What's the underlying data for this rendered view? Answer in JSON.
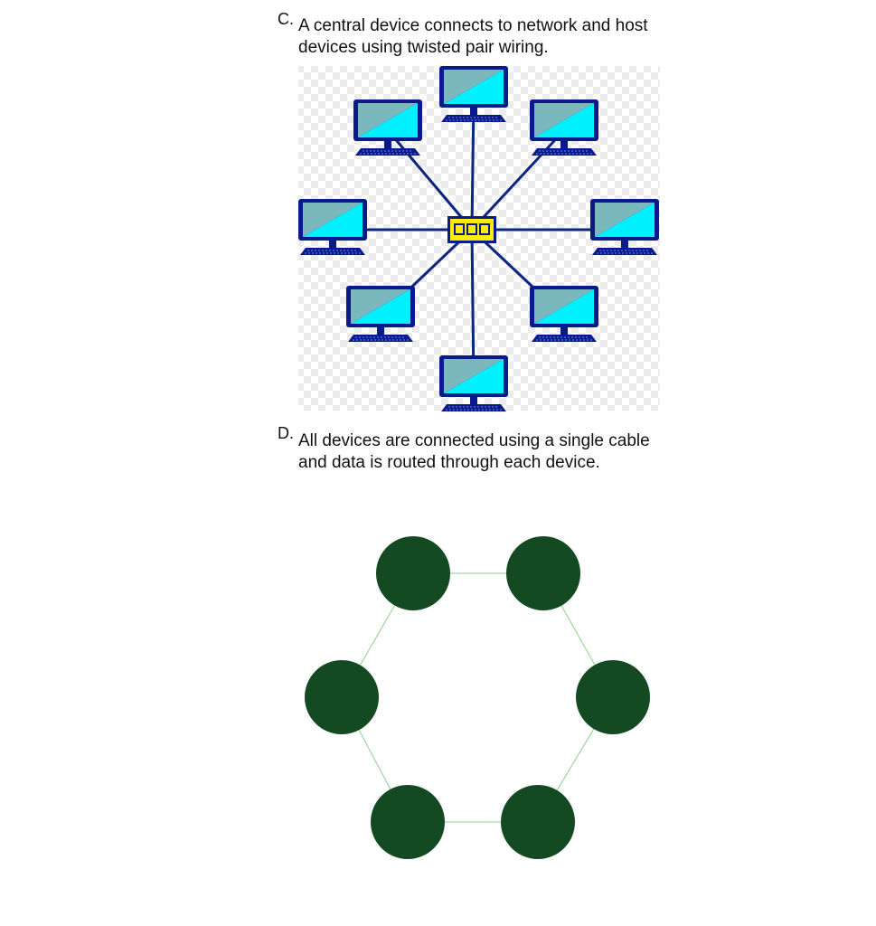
{
  "options": [
    {
      "letter": "C.",
      "text": "A central device connects to network and host devices using twisted pair wiring."
    },
    {
      "letter": "D.",
      "text": "All devices are connected using a single cable and data is routed through each device."
    }
  ],
  "colors": {
    "screen_fill": "#00f0ff",
    "screen_shade": "#7ab8be",
    "monitor_frame": "#0a1a8c",
    "cable": "#0d2680",
    "hub_fill": "#ffee00",
    "node_fill": "#134a21",
    "ring_link": "#8fcf8f"
  },
  "star_diagram": {
    "hub": "switch-hub",
    "nodes": 8,
    "node_icon": "computer-monitor-icon"
  },
  "ring_diagram": {
    "nodes": 6
  }
}
